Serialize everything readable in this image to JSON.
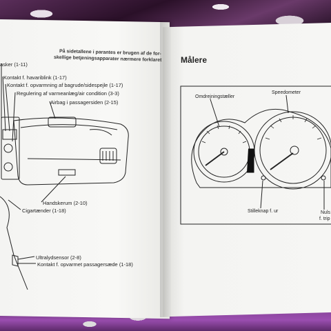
{
  "left_page": {
    "header_line1": "På sidetallene i parantes er  brugen af de for-",
    "header_line2": "skellige betjeningsapparater nærmere forklaret",
    "labels": [
      "asker (1-11)",
      "Kontakt f. havariblink (1-17)",
      "Kontakt f. opvarmning af bagrude/sidespejle (1-17)",
      "Regulering af varmeanlæg/air condition (3-3)",
      "Airbag i passagersiden (2-15)",
      "Handskerum (2-10)",
      "Cigartænder (1-18)",
      "Ultralydsensor (2-8)",
      "Kontakt f. opvarmet passagersæde (1-18)"
    ]
  },
  "right_page": {
    "title": "Målere",
    "labels": [
      "Omdrejningstæller",
      "Speedometer",
      "Stilleknap f. ur",
      "Nuls",
      "f. trip"
    ]
  },
  "colors": {
    "page": "#f6f6f4",
    "ink": "#222222",
    "fabric": "#3a1f3a",
    "fabric_purple": "#9b4eb0",
    "tach_redzone": "#111111"
  }
}
